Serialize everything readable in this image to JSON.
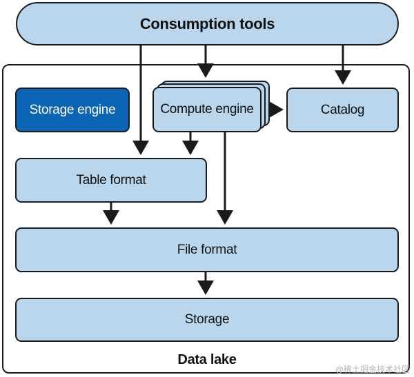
{
  "diagram": {
    "consumption_tools": "Consumption tools",
    "storage_engine": "Storage engine",
    "compute_engine": "Compute engine",
    "catalog": "Catalog",
    "table_format": "Table format",
    "file_format": "File format",
    "storage": "Storage",
    "data_lake": "Data lake"
  },
  "watermark": "@稀土掘金技术社区",
  "colors": {
    "box_fill": "#b9d6ec",
    "highlight_fill": "#0b65b4",
    "stroke": "#1a1a1a"
  }
}
